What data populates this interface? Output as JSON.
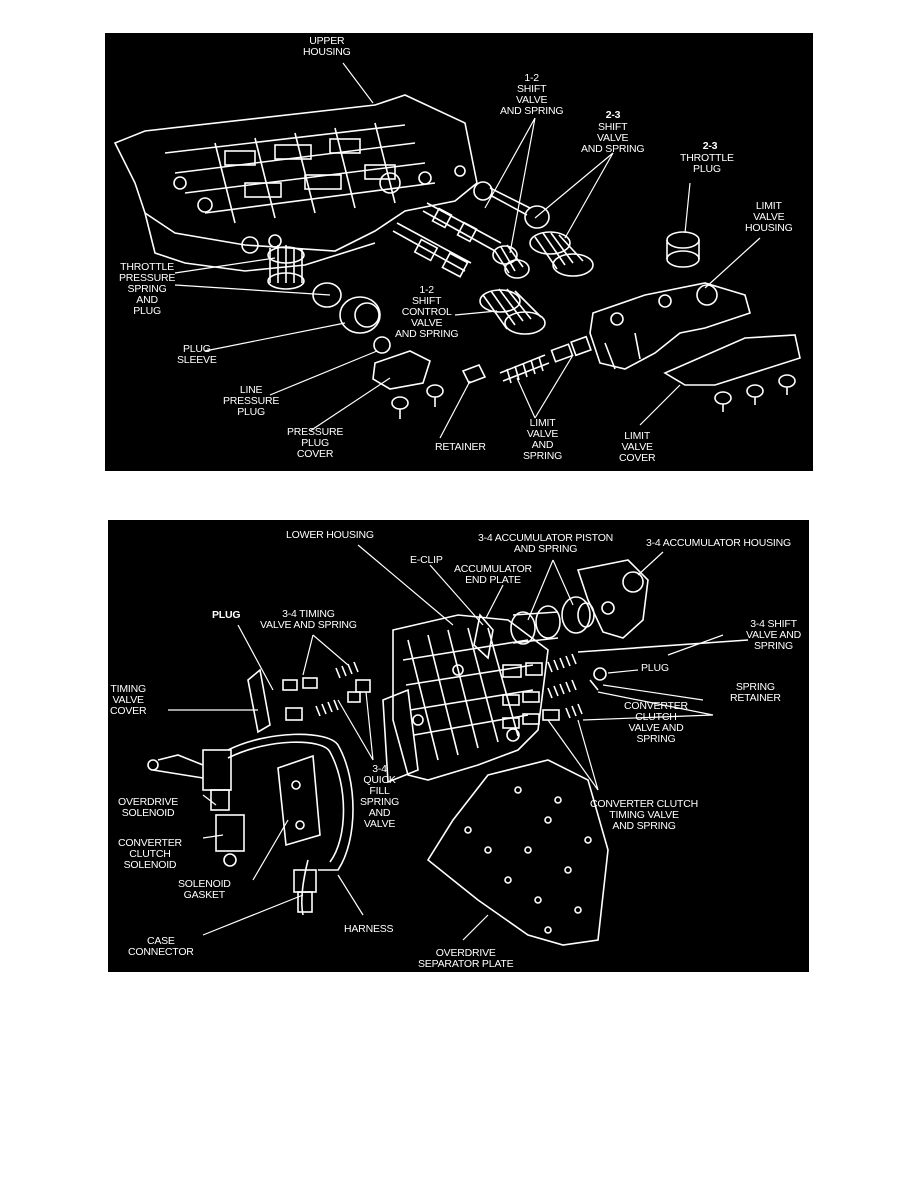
{
  "top_diagram": {
    "labels": {
      "upper_housing": "UPPER\nHOUSING",
      "shift_12_valve_spring": "1-2\nSHIFT\nVALVE\nAND SPRING",
      "shift_23_valve_spring_num": "2-3",
      "shift_23_valve_spring": "SHIFT\nVALVE\nAND SPRING",
      "throttle_plug_23_num": "2-3",
      "throttle_plug_23": "THROTTLE\nPLUG",
      "limit_valve_housing": "LIMIT\nVALVE\nHOUSING",
      "throttle_pressure_spring_plug": "THROTTLE\nPRESSURE\nSPRING\nAND\nPLUG",
      "shift_control_12": "1-2\nSHIFT\nCONTROL\nVALVE\nAND SPRING",
      "plug_sleeve": "PLUG\nSLEEVE",
      "line_pressure_plug": "LINE\nPRESSURE\nPLUG",
      "pressure_plug_cover": "PRESSURE\nPLUG\nCOVER",
      "retainer": "RETAINER",
      "limit_valve_spring": "LIMIT\nVALVE\nAND\nSPRING",
      "limit_valve_cover": "LIMIT\nVALVE\nCOVER"
    }
  },
  "bottom_diagram": {
    "labels": {
      "lower_housing": "LOWER HOUSING",
      "e_clip": "E-CLIP",
      "accumulator_end_plate": "ACCUMULATOR\nEND PLATE",
      "accumulator_piston_spring": "3-4 ACCUMULATOR PISTON\nAND SPRING",
      "accumulator_housing": "3-4 ACCUMULATOR HOUSING",
      "plug_left": "PLUG",
      "timing_valve_spring": "3-4 TIMING\nVALVE AND SPRING",
      "shift_valve_spring_34": "3-4 SHIFT\nVALVE AND\nSPRING",
      "plug_right": "PLUG",
      "spring_retainer": "SPRING\nRETAINER",
      "timing_valve_cover": "TIMING\nVALVE\nCOVER",
      "converter_clutch_valve_spring": "CONVERTER\nCLUTCH\nVALVE AND\nSPRING",
      "overdrive_solenoid": "OVERDRIVE\nSOLENOID",
      "converter_clutch_solenoid": "CONVERTER\nCLUTCH\nSOLENOID",
      "quick_fill": "3-4\nQUICK\nFILL\nSPRING\nAND\nVALVE",
      "converter_clutch_timing": "CONVERTER CLUTCH\nTIMING VALVE\nAND SPRING",
      "solenoid_gasket": "SOLENOID\nGASKET",
      "case_connector": "CASE\nCONNECTOR",
      "harness": "HARNESS",
      "overdrive_separator_plate": "OVERDRIVE\nSEPARATOR PLATE"
    }
  }
}
